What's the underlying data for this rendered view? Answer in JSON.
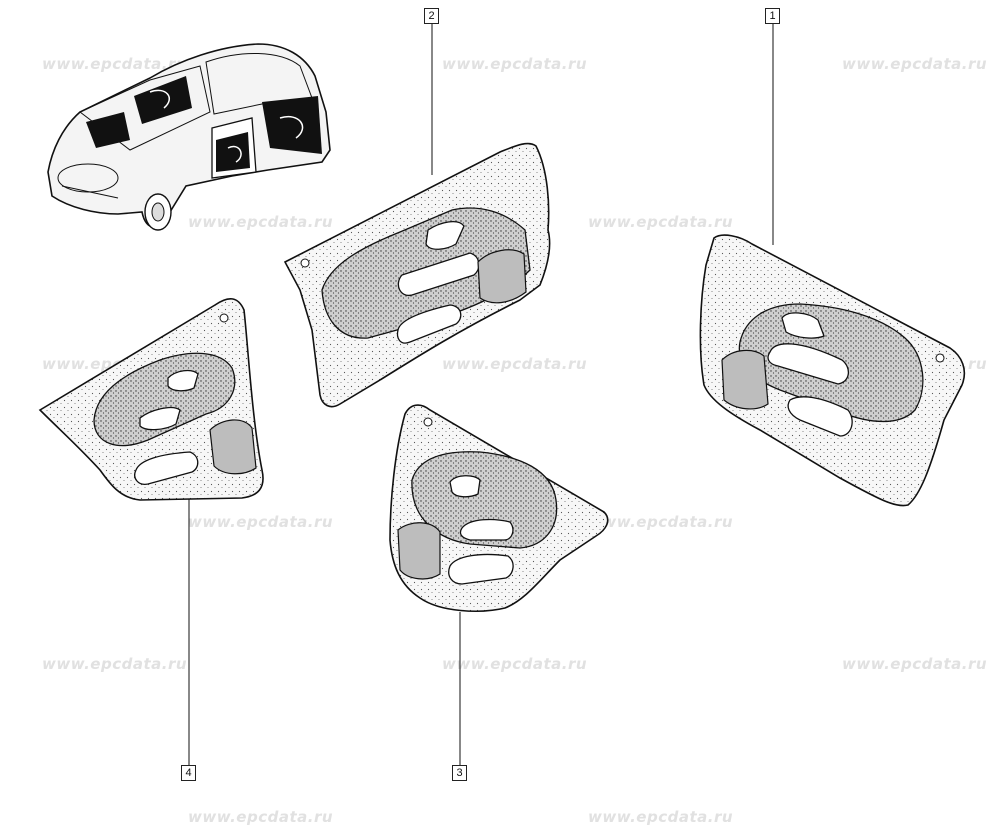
{
  "watermark": "www.epcdata.ru",
  "callouts": [
    {
      "id": "1"
    },
    {
      "id": "2"
    },
    {
      "id": "3"
    },
    {
      "id": "4"
    }
  ]
}
